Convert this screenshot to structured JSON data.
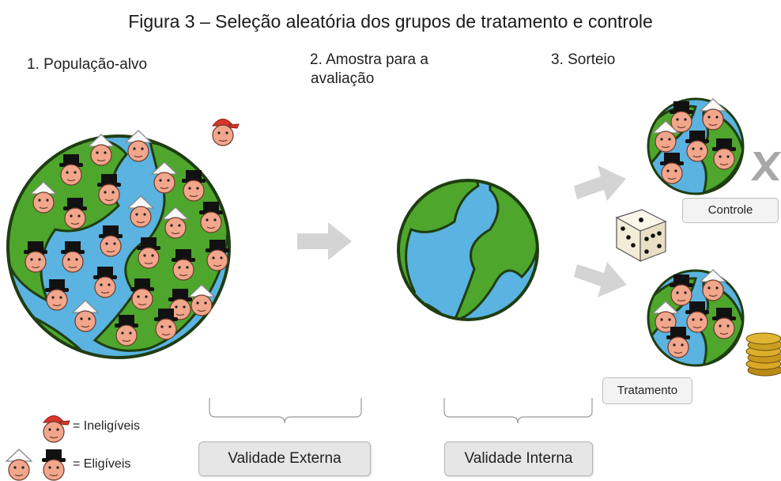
{
  "title": "Figura 3 – Seleção aleatória dos grupos de tratamento e controle",
  "steps": {
    "step1": "1. População-alvo",
    "step2_line1": "2. Amostra para a",
    "step2_line2": "avaliação",
    "step3": "3. Sorteio"
  },
  "groups": {
    "control": "Controle",
    "treatment": "Tratamento"
  },
  "validity": {
    "external": "Validade Externa",
    "internal": "Validade Interna"
  },
  "legend": {
    "ineligible": "= Ineligíveis",
    "eligible": "= Eligíveis"
  },
  "colors": {
    "ocean": "#5ab3e0",
    "land": "#4ea62c",
    "arrow": "#d4d4d4",
    "hat_red": "#d9352b"
  },
  "icons": [
    "globe-icon",
    "person-icon",
    "arrow-icon",
    "dice-icon",
    "coins-icon",
    "x-mark-icon"
  ]
}
